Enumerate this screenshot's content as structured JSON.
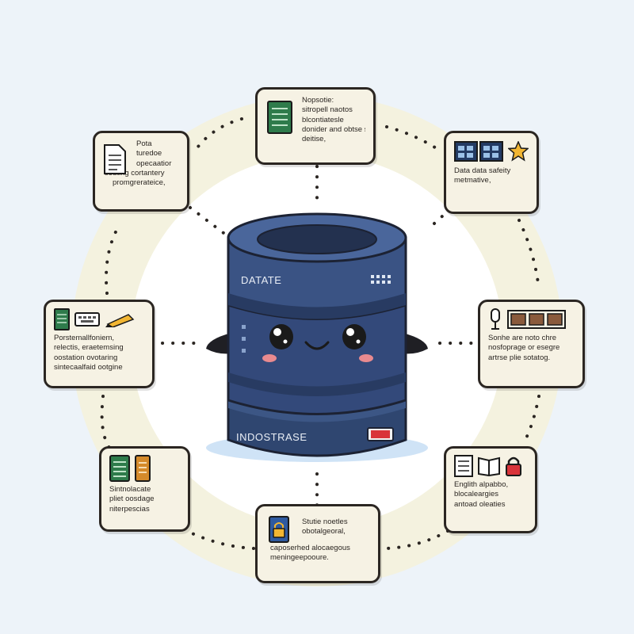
{
  "database": {
    "top_label": "DATATE",
    "bottom_label": "INDOSTRASE"
  },
  "cards": [
    {
      "id": "top",
      "lines": [
        "Nopsotie:",
        "sitropell naotos",
        "blcontiatesle",
        "donider and obtse sefrory",
        "deitise,"
      ]
    },
    {
      "id": "top-right",
      "lines": [
        "Data data safeity",
        "metmative,"
      ]
    },
    {
      "id": "top-left",
      "lines": [
        "Pota",
        "turedoe",
        "opecaatior",
        "sodting cortantery",
        "promgrerateice,"
      ]
    },
    {
      "id": "mid-left",
      "lines": [
        "Porstemallfoniem,",
        "relectis, eraetemsing",
        "oostation ovotaring",
        "sintecaalfaid ootgine"
      ]
    },
    {
      "id": "mid-right",
      "lines": [
        "Sonhe are noto chre",
        "nosfoprage or esegre",
        "artrse plie sotatog."
      ]
    },
    {
      "id": "bottom-left",
      "lines": [
        "Sintnolacate",
        "pliet oosdage",
        "niterpescias"
      ]
    },
    {
      "id": "bottom-right",
      "lines": [
        "Englith alpabbo,",
        "blocaleargies",
        "antoad oleaties"
      ]
    },
    {
      "id": "bottom",
      "lines": [
        "Stutie noetles",
        "obotalgeoral,",
        "",
        "caposerhed alocaegous",
        "meningeepooure."
      ]
    }
  ]
}
